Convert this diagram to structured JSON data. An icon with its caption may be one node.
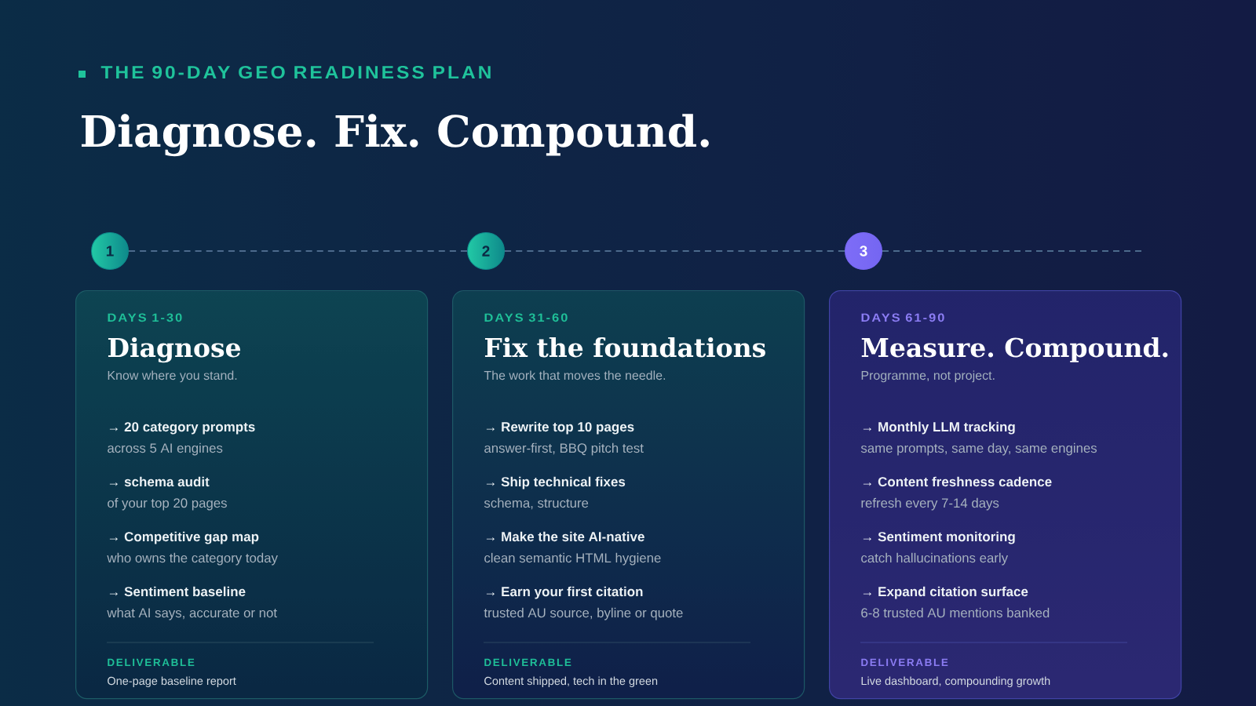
{
  "diagram": {
    "title": "Diagnose. Fix. Compound.",
    "nodes": [
      {
        "text": [
          "1"
        ]
      },
      {
        "text": [
          "2"
        ]
      },
      {
        "text": [
          "3"
        ]
      },
      {
        "text": [
          "DAYS 1-30",
          "Diagnose",
          "Know where you stand.",
          "→ 20 category prompts",
          "across 5 AI engines",
          "→ schema audit",
          "of your top 20 pages",
          "→ Competitive gap map",
          "who owns the category today",
          "→ Sentiment baseline",
          "what AI says, accurate or not",
          "DELIVERABLE",
          "One-page baseline report"
        ]
      },
      {
        "text": [
          "DAYS 31-60",
          "Fix the foundations",
          "The work that moves the needle.",
          "→ Rewrite top 10 pages",
          "answer-first, BBQ pitch test",
          "→ Ship technical fixes",
          "schema, structure",
          "→ Make the site AI-native",
          "clean semantic HTML hygiene",
          "→ Earn your first citation",
          "trusted AU source, byline or quote",
          "DELIVERABLE",
          "Content shipped, tech in the green"
        ]
      },
      {
        "text": [
          "DAYS 61-90",
          "Measure. Compound.",
          "Programme, not project.",
          "→ Monthly LLM tracking",
          "same prompts, same day, same engines",
          "→ Content freshness cadence",
          "refresh every 7-14 days",
          "→ Sentiment monitoring",
          "catch hallucinations early",
          "→ Expand citation surface",
          "6-8 trusted AU mentions banked",
          "DELIVERABLE",
          "Live dashboard, compounding growth"
        ]
      }
    ],
    "edges": [
      {
        "from": 0,
        "to": 1,
        "arrow": "none",
        "style": "dashed"
      },
      {
        "from": 1,
        "to": 2,
        "arrow": "none",
        "style": "dashed"
      },
      {
        "from": 2,
        "to": null,
        "arrow": "none",
        "style": "dashed"
      }
    ],
    "labels": [
      "THE 90-DAY GEO READINESS PLAN"
    ]
  }
}
